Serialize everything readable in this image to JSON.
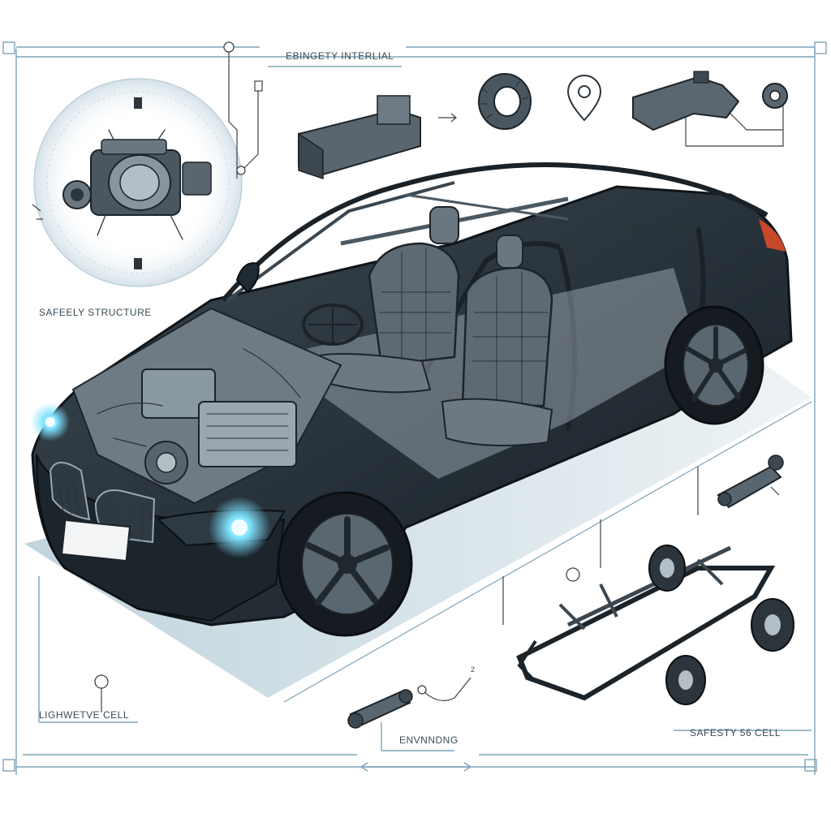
{
  "labels": {
    "top": "EBINGETY INTERLIAL",
    "left_mid": "SAFEELY STRUCTURE",
    "left_bottom": "LIGHWETVE CELL",
    "bottom_center": "ENVNNDNG",
    "bottom_right": "SAFESTY 56 CELL",
    "small_mark": "2"
  },
  "colors": {
    "frame": "#7fa3b8",
    "ink": "#2b3238",
    "body_dark": "#1f2a33",
    "accent_teal": "#3fb7c9",
    "headlight_glow": "#7fe3ff",
    "taillight": "#c7482a",
    "shadow": "#5d8fa6"
  },
  "icons": [
    "engine-block-icon",
    "location-pin-icon",
    "bearing-ring-icon",
    "chassis-frame-icon",
    "driveshaft-icon"
  ]
}
